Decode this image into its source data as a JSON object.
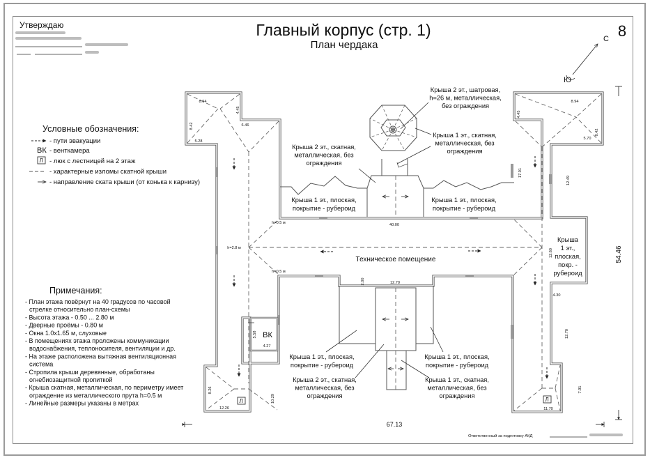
{
  "header": {
    "approve_label": "Утверждаю",
    "title": "Главный корпус (стр. 1)",
    "subtitle": "План чердака",
    "page_number": "8",
    "compass_north": "С",
    "compass_south": "Ю"
  },
  "legend": {
    "title": "Условные обозначения:",
    "items": [
      {
        "symbol": "evacuation-arrow",
        "label": "- пути эвакуации"
      },
      {
        "symbol": "ВК",
        "label": "- венткамера"
      },
      {
        "symbol": "Л",
        "label": "- люк с лестницей на 2 этаж"
      },
      {
        "symbol": "dashed-line",
        "label": "- характерные изломы скатной крыши"
      },
      {
        "symbol": "slope-arrow",
        "label": "- направление ската крыши (от конька к карнизу)"
      }
    ]
  },
  "notes": {
    "title": "Примечания:",
    "lines": [
      "- План этажа повёрнут на 40 градусов по часовой",
      "  стрелке относительно план-схемы",
      "- Высота этажа - 0.50 ... 2.80 м",
      "- Дверные проёмы - 0.80 м",
      "- Окна 1.0х1.65 м, слуховые",
      "- В помещениях этажа проложены коммуникации",
      "  водоснабжения, теплоносителя, вентиляции и др.",
      "- На этаже расположена вытяжная вентиляционная",
      "  система",
      "- Стропила крыши деревянные, обработаны",
      "  огнебиозащитной пропиткой",
      "- Крыша скатная, металлическая, по периметру имеет",
      "  ограждение из металлического прута h=0.5 м",
      "- Линейные размеры указаны в метрах"
    ]
  },
  "plan": {
    "room_label": "Техническое помещение",
    "vk_label": "ВК",
    "hatch_label": "Л",
    "roof_labels": {
      "tent_roof": [
        "Крыша 2 эт., шатровая,",
        "h=26 м, металлическая,",
        "без ограждения"
      ],
      "pitched_1_top": [
        "Крыша 1 эт., скатная,",
        "металлическая, без",
        "ограждения"
      ],
      "pitched_2_top": [
        "Крыша 2 эт., скатная,",
        "металлическая, без",
        "ограждения"
      ],
      "flat_top_left": [
        "Крыша 1 эт., плоская,",
        "покрытие - рубероид"
      ],
      "flat_top_right": [
        "Крыша 1 эт., плоская,",
        "покрытие - рубероид"
      ],
      "flat_right_wing": [
        "Крыша",
        "1 эт.,",
        "плоская,",
        "покр. -",
        "рубероид"
      ],
      "flat_bottom_left": [
        "Крыша 1 эт., плоская,",
        "покрытие - рубероид"
      ],
      "flat_bottom_right": [
        "Крыша 1 эт., плоская,",
        "покрытие - рубероид"
      ],
      "pitched_2_bottom": [
        "Крыша 2 эт., скатная,",
        "металлическая, без",
        "ограждения"
      ],
      "pitched_1_bottom": [
        "Крыша 1 эт., скатная,",
        "металлическая, без",
        "ограждения"
      ]
    },
    "dimensions": {
      "tl_top": "8.94",
      "tl_right": "4.45",
      "tl_left": "8.42",
      "tl_bottom": "5.28",
      "tl_inner": "6.46",
      "tr_top": "8.94",
      "tr_left": "4.45",
      "tr_right": "8.42",
      "tr_bottom": "5.70",
      "right_wing_outer": "17.01",
      "right_wing_inner": "12.49",
      "center_width": "40.00",
      "h_top": "h=0.5 м",
      "h_mid": "h=2.8 м",
      "h_bottom": "h=0.5 м",
      "notch_depth": "2.00",
      "notch_width": "12.70",
      "right_annex_height": "12.60",
      "right_annex_width": "4.30",
      "right_lower": "12.70",
      "br_right": "7.91",
      "br_bottom": "11.70",
      "vk_height": "5.58",
      "vk_width": "4.27",
      "bl_left": "8.26",
      "bl_bottom": "12.26",
      "bl_right": "10.29",
      "total_width": "67.13",
      "total_height": "54.46"
    }
  },
  "footer": {
    "responsible_label": "Ответственный за подготовку АКД"
  }
}
